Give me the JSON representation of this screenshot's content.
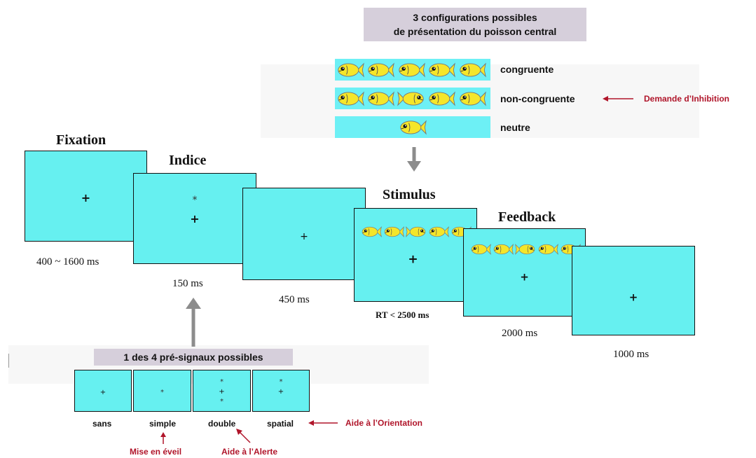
{
  "configurations": {
    "title_line1": "3 configurations possibles",
    "title_line2": "de présentation du poisson central",
    "rows": [
      {
        "label": "congruente",
        "directions": [
          "left",
          "left",
          "left",
          "left",
          "left"
        ]
      },
      {
        "label": "non-congruente",
        "directions": [
          "left",
          "left",
          "right",
          "left",
          "left"
        ]
      },
      {
        "label": "neutre",
        "directions": [
          "left"
        ]
      }
    ],
    "inhibition_note": "Demande d’Inhibition"
  },
  "sequence": {
    "fixation": {
      "title": "Fixation",
      "duration": "400 ~ 1600 ms",
      "symbol": "+"
    },
    "indice": {
      "title": "Indice",
      "duration": "150 ms",
      "cue": "*",
      "symbol": "+"
    },
    "delay": {
      "duration": "450 ms",
      "symbol": "+"
    },
    "stimulus": {
      "title": "Stimulus",
      "duration": "RT < 2500 ms",
      "symbol": "+"
    },
    "feedback": {
      "title": "Feedback",
      "duration": "2000 ms",
      "symbol": "+"
    },
    "end": {
      "duration": "1000 ms",
      "symbol": "+"
    }
  },
  "presignals": {
    "title": "1 des 4 pré-signaux possibles",
    "items": [
      {
        "label": "sans",
        "content": "+"
      },
      {
        "label": "simple",
        "content": "*"
      },
      {
        "label": "double",
        "content": "* + *"
      },
      {
        "label": "spatial",
        "content": "* +"
      }
    ],
    "notes": {
      "orientation": "Aide à l’Orientation",
      "eveil": "Mise en éveil",
      "alerte": "Aide à l’Alerte"
    }
  },
  "colors": {
    "screen": "#66f0f0",
    "fish": "#f5e62a",
    "annotation": "#b0152a",
    "label_box": "#d6cfdb"
  }
}
